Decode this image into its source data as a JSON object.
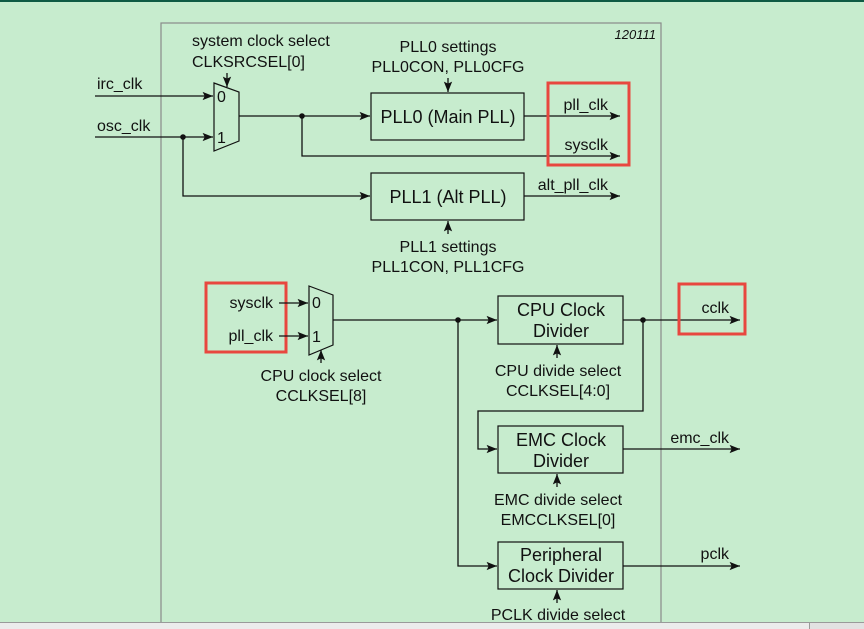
{
  "diagram": {
    "figure_id": "120111",
    "inputs": {
      "irc": "irc_clk",
      "osc": "osc_clk"
    },
    "mux1": {
      "label_line1": "system clock select",
      "label_line2": "CLKSRCSEL[0]",
      "in0": "0",
      "in1": "1"
    },
    "pll0": {
      "name": "PLL0 (Main PLL)",
      "settings_line1": "PLL0 settings",
      "settings_line2": "PLL0CON, PLL0CFG"
    },
    "pll1": {
      "name": "PLL1 (Alt PLL)",
      "settings_line1": "PLL1 settings",
      "settings_line2": "PLL1CON, PLL1CFG"
    },
    "outputs_top": {
      "pll_clk": "pll_clk",
      "sysclk": "sysclk",
      "alt_pll_clk": "alt_pll_clk"
    },
    "mux2": {
      "in_sysclk": "sysclk",
      "in_pll_clk": "pll_clk",
      "in0": "0",
      "in1": "1",
      "label_line1": "CPU clock select",
      "label_line2": "CCLKSEL[8]"
    },
    "cpu_div": {
      "line1": "CPU Clock",
      "line2": "Divider",
      "sel_line1": "CPU divide select",
      "sel_line2": "CCLKSEL[4:0]",
      "output": "cclk"
    },
    "emc_div": {
      "line1": "EMC Clock",
      "line2": "Divider",
      "sel_line1": "EMC divide select",
      "sel_line2": "EMCCLKSEL[0]",
      "output": "emc_clk"
    },
    "per_div": {
      "line1": "Peripheral",
      "line2": "Clock Divider",
      "sel_line1": "PCLK divide select",
      "output": "pclk"
    },
    "highlight_color": "#e8473f"
  }
}
